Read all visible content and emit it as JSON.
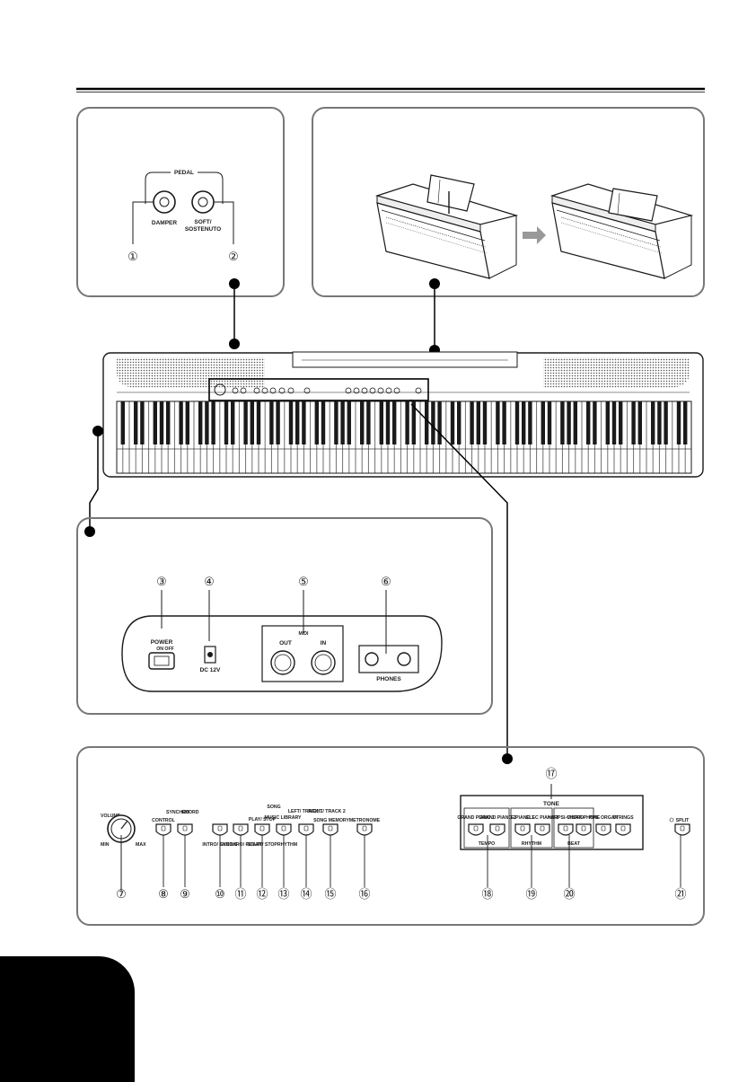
{
  "pedal_panel": {
    "group_label": "PEDAL",
    "damper_label": "DAMPER",
    "soft_label_line1": "SOFT/",
    "soft_label_line2": "SOSTENUTO",
    "callout_1": "①",
    "callout_2": "②"
  },
  "rear_panel": {
    "power_label": "POWER",
    "power_sub": "ON OFF",
    "dc_label": "DC 12V",
    "midi_label": "MIDI",
    "midi_out": "OUT",
    "midi_in": "IN",
    "phones_label": "PHONES",
    "callout_3": "③",
    "callout_4": "④",
    "callout_5": "⑤",
    "callout_6": "⑥"
  },
  "control_panel": {
    "volume_label": "VOLUME",
    "volume_min": "MIN",
    "volume_max": "MAX",
    "control_label": "CONTROL",
    "chord_label": "CHORD",
    "synchro_label": "SYNCHRO",
    "intro_label": "INTRO/ ENDING",
    "synchro_fill_label": "SYNCHRO/ FILL-IN",
    "play_stop_label": "PLAY/ STOP",
    "start_stop_label": "START/ STOP",
    "song_label": "SONG",
    "music_library_label": "MUSIC LIBRARY",
    "rhythm_label": "RHYTHM",
    "left_track_label": "LEFT/ TRACK 1",
    "right_track_label": "RIGHT/ TRACK 2",
    "song_memory_label": "SONG MEMORY",
    "metronome_label": "METRONOME",
    "tone_label": "TONE",
    "tones": [
      "GRAND PIANO 1",
      "GRAND PIANO 2",
      "E.PIANO 1",
      "ELEC PIANO 2",
      "HARPSI-CHORD",
      "VIBRA-PHONE",
      "PIPE ORGAN",
      "STRINGS"
    ],
    "tempo_label": "TEMPO",
    "rhythm_sel_label": "RHYTHM",
    "beat_label": "BEAT",
    "split_label": "SPLIT",
    "callouts": [
      "⑦",
      "⑧",
      "⑨",
      "⑩",
      "⑪",
      "⑫",
      "⑬",
      "⑭",
      "⑮",
      "⑯",
      "⑰",
      "⑱",
      "⑲",
      "⑳",
      "㉑"
    ]
  }
}
